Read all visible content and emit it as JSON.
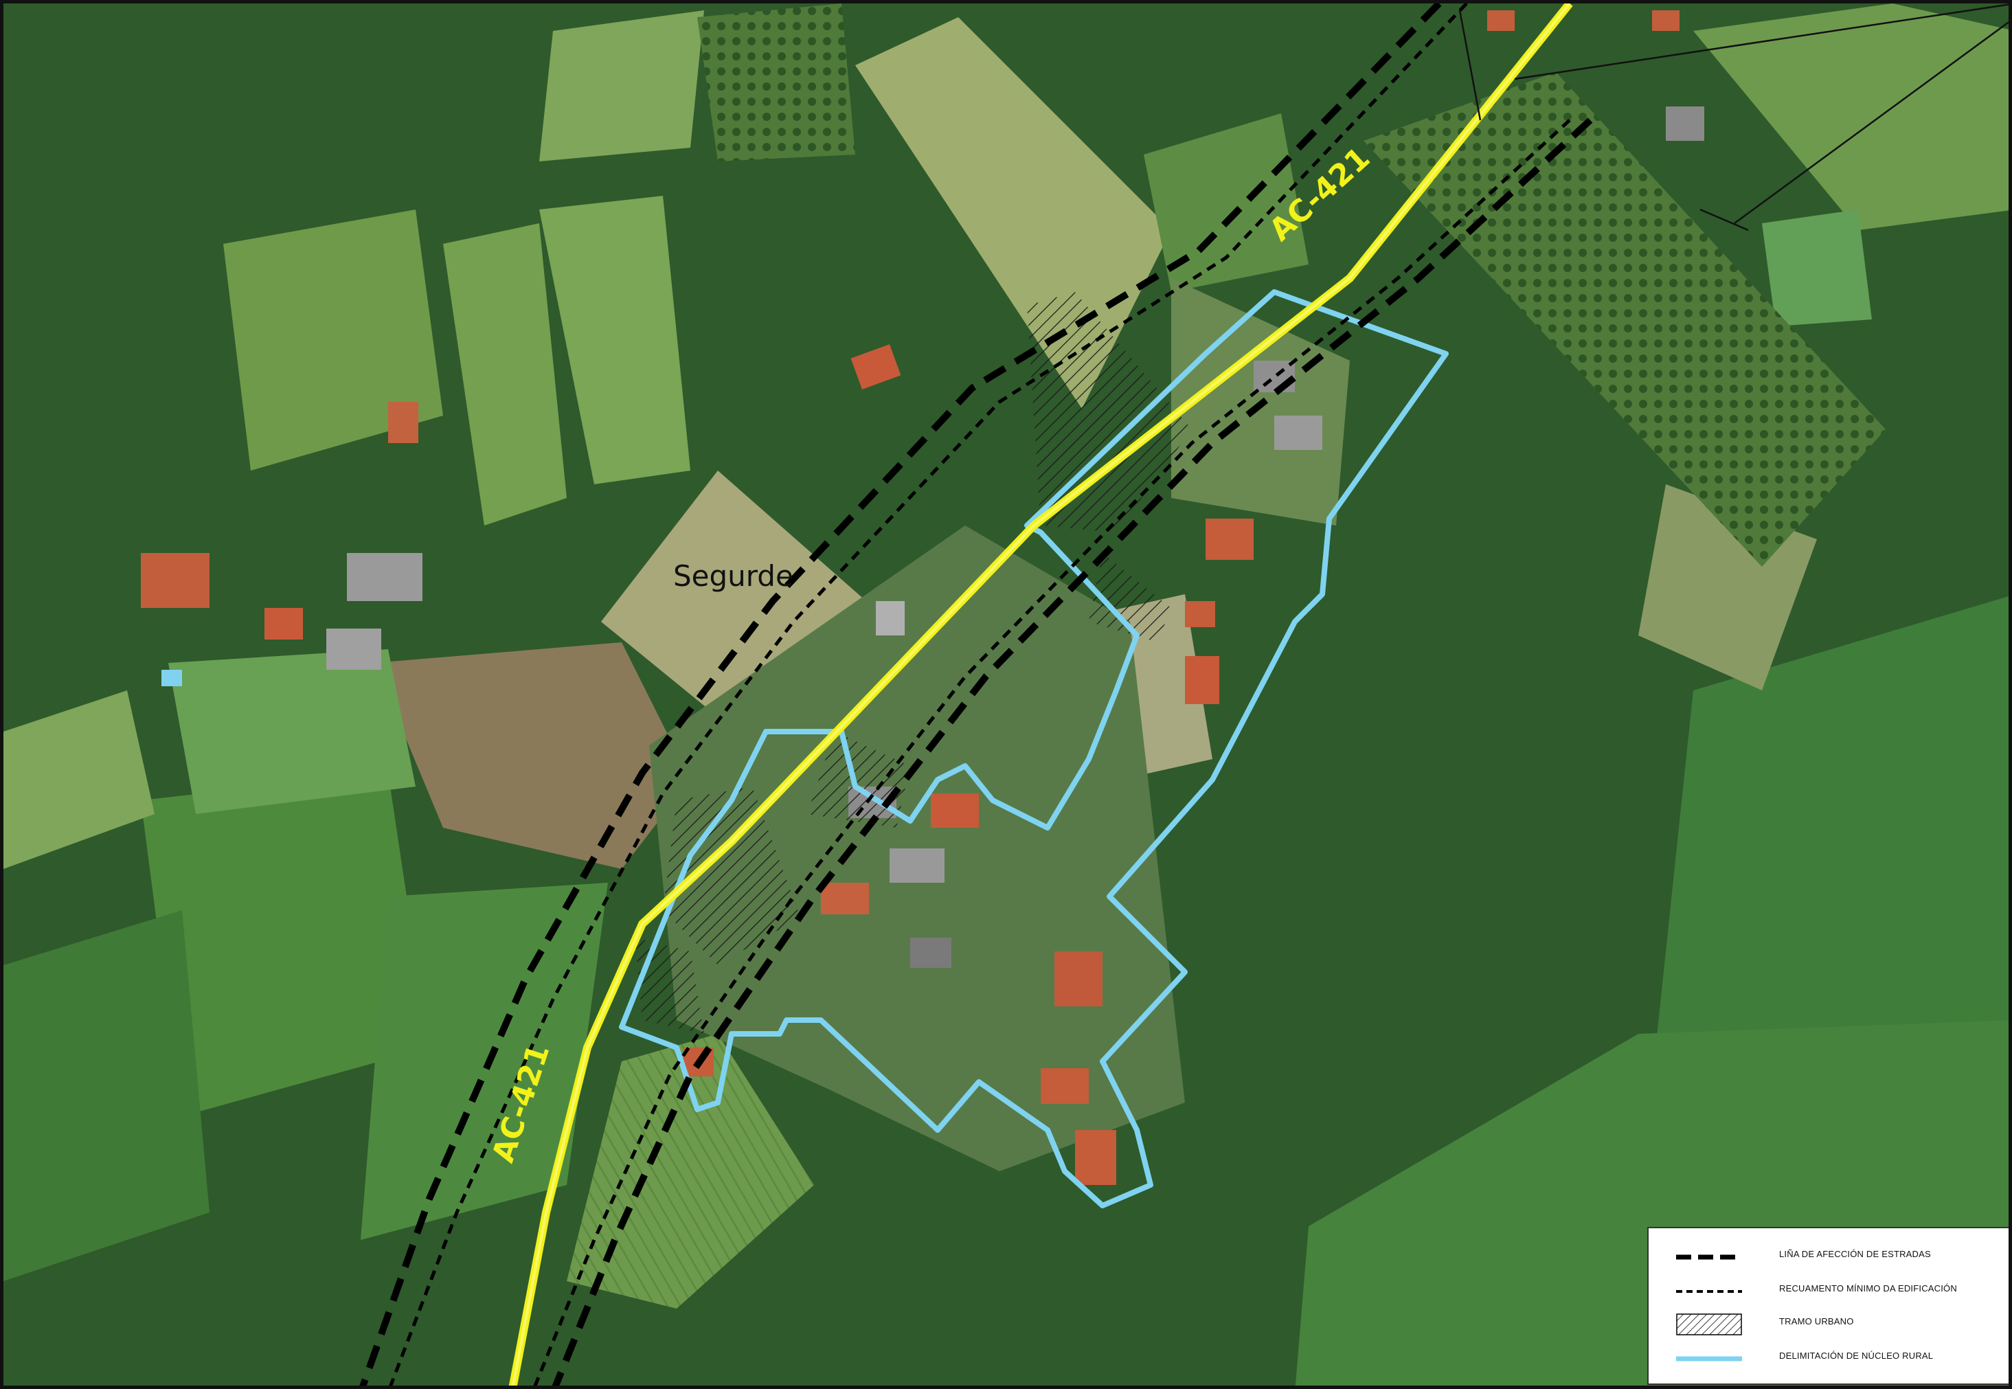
{
  "map": {
    "place_label": "Segurde",
    "road_labels": [
      "AC-421",
      "AC-421"
    ]
  },
  "legend": {
    "items": [
      {
        "label": "LIÑA DE AFECCIÓN DE ESTRADAS",
        "symbol": "thick-dashed-line",
        "color": "#000000"
      },
      {
        "label": "RECUAMENTO MÍNIMO DA EDIFICACIÓN",
        "symbol": "thin-dashed-line",
        "color": "#000000"
      },
      {
        "label": "TRAMO URBANO",
        "symbol": "hatched-area",
        "color": "#000000"
      },
      {
        "label": "DELIMITACIÓN DE NÚCLEO RURAL",
        "symbol": "solid-line",
        "color": "#7fd3f0"
      }
    ]
  },
  "colors": {
    "road": "#f2f21a",
    "rural_boundary": "#7fd3f0",
    "forest": "#2f5a2c",
    "field": "#7fa65a"
  }
}
